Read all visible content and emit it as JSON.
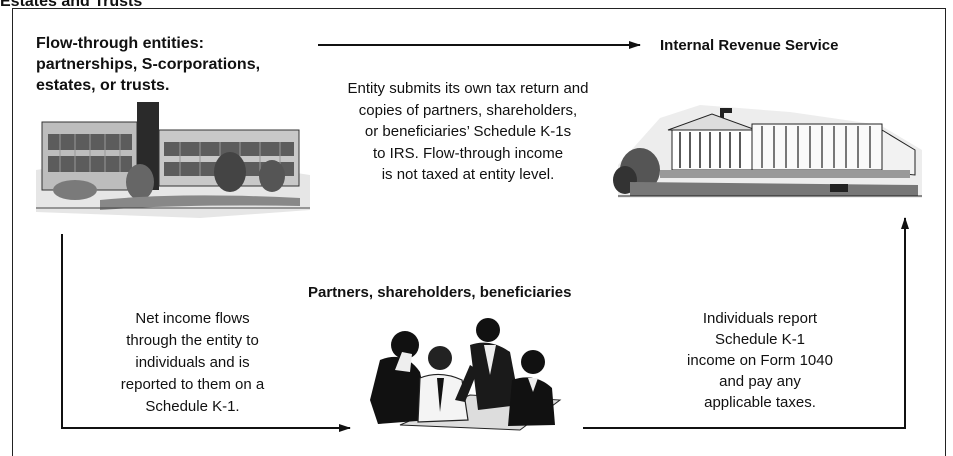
{
  "header": {
    "section_label": "Estates and Trusts"
  },
  "entity": {
    "title_lines": [
      "Flow-through entities:",
      "partnerships, S-corporations,",
      "estates, or trusts."
    ],
    "building_icon": "office-building-icon"
  },
  "irs": {
    "title": "Internal Revenue Service",
    "building_icon": "treasury-building-icon"
  },
  "center_note": {
    "lines": [
      "Entity submits its own tax return and",
      "copies of partners, shareholders,",
      "or beneficiaries’ Schedule K-1s",
      "to IRS. Flow-through income",
      "is not taxed at entity level."
    ]
  },
  "partners": {
    "title": "Partners, shareholders, beneficiaries",
    "group_icon": "people-group-icon"
  },
  "left_note": {
    "lines": [
      "Net income flows",
      "through the entity to",
      "individuals and is",
      "reported to them on a",
      "Schedule K-1."
    ]
  },
  "right_note": {
    "lines": [
      "Individuals report",
      "Schedule K-1",
      "income on Form 1040",
      "and pay any",
      "applicable taxes."
    ]
  }
}
